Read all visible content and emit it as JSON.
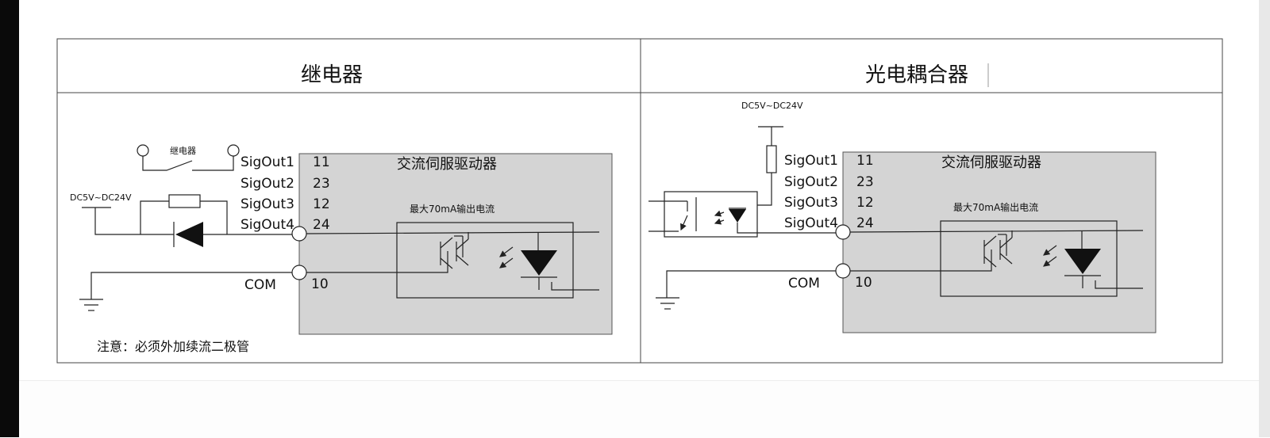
{
  "panels": [
    {
      "id": "relay",
      "title": "继电器",
      "relay_label": "继电器",
      "voltage_label": "DC5V~DC24V",
      "driver_title": "交流伺服驱动器",
      "current_note": "最大70mA输出电流",
      "signals": [
        {
          "name": "SigOut1",
          "pin": "11"
        },
        {
          "name": "SigOut2",
          "pin": "23"
        },
        {
          "name": "SigOut3",
          "pin": "12"
        },
        {
          "name": "SigOut4",
          "pin": "24"
        }
      ],
      "com_label": "COM",
      "com_pin": "10",
      "footnote": "注意：必须外加续流二极管"
    },
    {
      "id": "optocoupler",
      "title": "光电耦合器",
      "voltage_label": "DC5V~DC24V",
      "driver_title": "交流伺服驱动器",
      "current_note": "最大70mA输出电流",
      "signals": [
        {
          "name": "SigOut1",
          "pin": "11"
        },
        {
          "name": "SigOut2",
          "pin": "23"
        },
        {
          "name": "SigOut3",
          "pin": "12"
        },
        {
          "name": "SigOut4",
          "pin": "24"
        }
      ],
      "com_label": "COM",
      "com_pin": "10"
    }
  ],
  "colors": {
    "driver_fill": "#d4d4d4",
    "line": "#222222",
    "diode_fill": "#111111"
  }
}
